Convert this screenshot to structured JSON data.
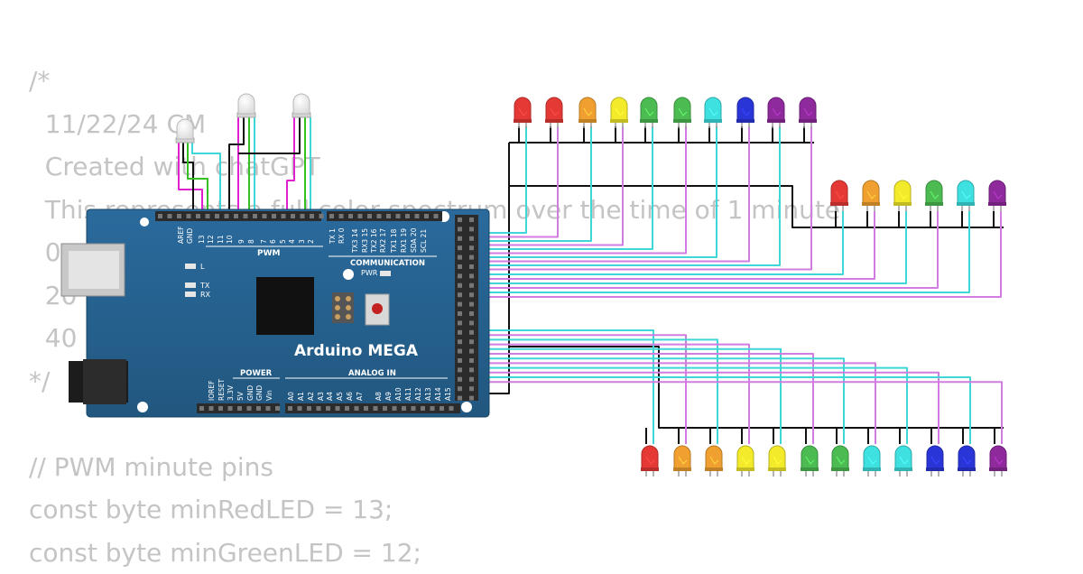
{
  "code_lines": [
    "/*",
    "  11/22/24 CM",
    "  Created with chatGPT",
    "  This represents a full color spectrum over the time of 1 minute",
    "  0",
    "  20",
    "  40",
    "*/",
    "",
    "// PWM minute pins",
    "const byte minRedLED = 13;",
    "const byte minGreenLED = 12;"
  ],
  "board": {
    "name": "Arduino MEGA",
    "pwm_label": "PWM",
    "communication_label": "COMMUNICATION",
    "power_label": "POWER",
    "analog_label": "ANALOG IN",
    "pwr_led_label": "PWR",
    "led_l_label": "L",
    "led_tx_label": "TX",
    "led_rx_label": "RX",
    "top_left_pins": [
      "AREF",
      "GND",
      "13",
      "12",
      "11",
      "10",
      "9",
      "8",
      "7",
      "6",
      "5",
      "4",
      "3",
      "2",
      "TX 1",
      "RX 0"
    ],
    "comm_pins": [
      "TX3 14",
      "RX3 15",
      "TX2 16",
      "RX2 17",
      "TX1 18",
      "RX1 19",
      "SDA 20",
      "SCL 21"
    ],
    "power_pins": [
      "IOREF",
      "RESET",
      "3.3V",
      "5V",
      "GND",
      "GND",
      "Vin"
    ],
    "analog_pins": [
      "A0",
      "A1",
      "A2",
      "A3",
      "A4",
      "A5",
      "A6",
      "A7",
      "A8",
      "A9",
      "A10",
      "A11",
      "A12",
      "A13",
      "A14",
      "A15"
    ]
  },
  "led_colors": {
    "red": "#e53935",
    "orange": "#f0a030",
    "yellow": "#f2ea2a",
    "green": "#4cbb52",
    "cyan": "#3ee0e0",
    "blue": "#2a35d8",
    "purple": "#8e2a9c"
  },
  "led_rows": {
    "top": [
      "red",
      "red",
      "orange",
      "yellow",
      "green",
      "green",
      "cyan",
      "blue",
      "purple",
      "purple"
    ],
    "middle": [
      "red",
      "orange",
      "yellow",
      "green",
      "cyan",
      "purple"
    ],
    "bottom": [
      "red",
      "orange",
      "orange",
      "yellow",
      "yellow",
      "green",
      "green",
      "cyan",
      "cyan",
      "blue",
      "blue",
      "purple"
    ]
  },
  "rgb_led_count": 3,
  "wire_colors": {
    "ground": "#111111",
    "cyan": "#3ed6d6",
    "violet": "#d07ce0",
    "magenta": "#e020d0",
    "green": "#34c020"
  }
}
